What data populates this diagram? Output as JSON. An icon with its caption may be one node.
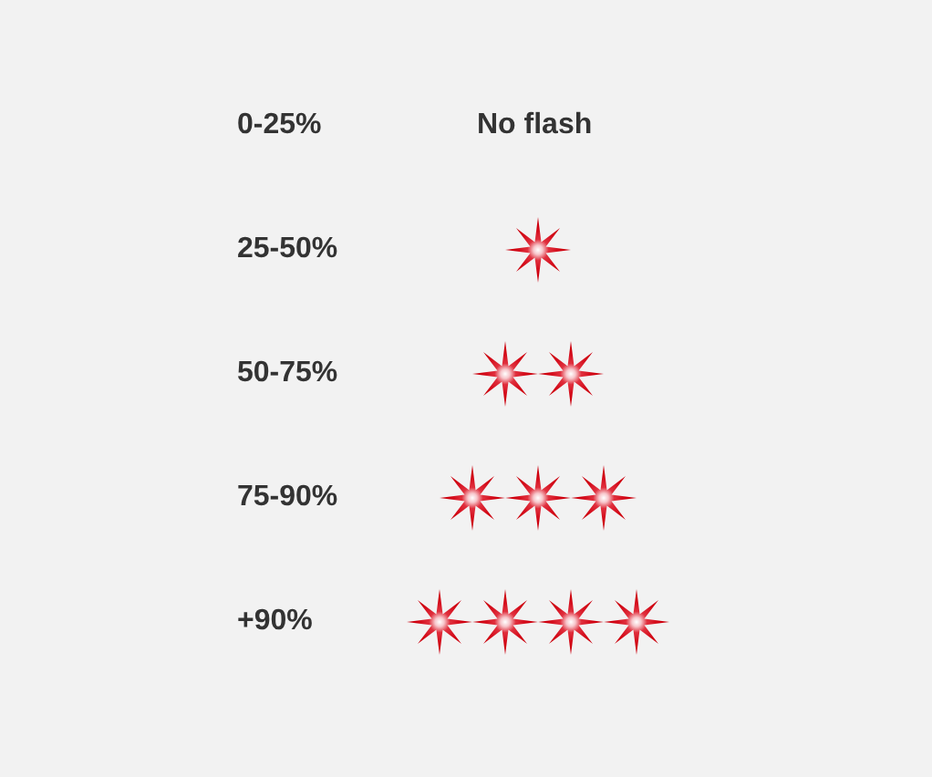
{
  "diagram": {
    "labels": [
      "0-25%",
      "No flash",
      "25-50%",
      "50-75%",
      "75-90%",
      "+90%"
    ]
  }
}
